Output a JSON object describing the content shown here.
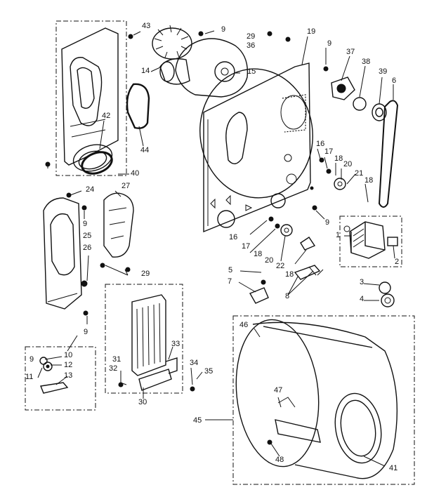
{
  "callouts": [
    {
      "id": "c43",
      "text": "43"
    },
    {
      "id": "c9a",
      "text": "9"
    },
    {
      "id": "c29a",
      "text": "29"
    },
    {
      "id": "c36",
      "text": "36"
    },
    {
      "id": "c19",
      "text": "19"
    },
    {
      "id": "c9b",
      "text": "9"
    },
    {
      "id": "c37",
      "text": "37"
    },
    {
      "id": "c38",
      "text": "38"
    },
    {
      "id": "c39",
      "text": "39"
    },
    {
      "id": "c6",
      "text": "6"
    },
    {
      "id": "c14",
      "text": "14"
    },
    {
      "id": "c15",
      "text": "15"
    },
    {
      "id": "c42",
      "text": "42"
    },
    {
      "id": "c44",
      "text": "44"
    },
    {
      "id": "c16a",
      "text": "16"
    },
    {
      "id": "c17a",
      "text": "17"
    },
    {
      "id": "c18a",
      "text": "18"
    },
    {
      "id": "c20a",
      "text": "20"
    },
    {
      "id": "c21",
      "text": "21"
    },
    {
      "id": "c18b",
      "text": "18"
    },
    {
      "id": "c9c",
      "text": "9"
    },
    {
      "id": "c40",
      "text": "40"
    },
    {
      "id": "c24",
      "text": "24"
    },
    {
      "id": "c27",
      "text": "27"
    },
    {
      "id": "c9d",
      "text": "9"
    },
    {
      "id": "c25",
      "text": "25"
    },
    {
      "id": "c26",
      "text": "26"
    },
    {
      "id": "c29b",
      "text": "29"
    },
    {
      "id": "c9e",
      "text": "9"
    },
    {
      "id": "c16b",
      "text": "16"
    },
    {
      "id": "c17b",
      "text": "17"
    },
    {
      "id": "c18c",
      "text": "18"
    },
    {
      "id": "c20b",
      "text": "20"
    },
    {
      "id": "c22",
      "text": "22"
    },
    {
      "id": "c18d",
      "text": "18"
    },
    {
      "id": "c1",
      "text": "1"
    },
    {
      "id": "c2",
      "text": "2"
    },
    {
      "id": "c5",
      "text": "5"
    },
    {
      "id": "c7",
      "text": "7"
    },
    {
      "id": "c8",
      "text": "8"
    },
    {
      "id": "c3",
      "text": "3"
    },
    {
      "id": "c4",
      "text": "4"
    },
    {
      "id": "c9f",
      "text": "9"
    },
    {
      "id": "c10",
      "text": "10"
    },
    {
      "id": "c12",
      "text": "12"
    },
    {
      "id": "c11",
      "text": "11"
    },
    {
      "id": "c13",
      "text": "13"
    },
    {
      "id": "c33",
      "text": "33"
    },
    {
      "id": "c31",
      "text": "31"
    },
    {
      "id": "c32",
      "text": "32"
    },
    {
      "id": "c30",
      "text": "30"
    },
    {
      "id": "c34",
      "text": "34"
    },
    {
      "id": "c35",
      "text": "35"
    },
    {
      "id": "c46",
      "text": "46"
    },
    {
      "id": "c47",
      "text": "47"
    },
    {
      "id": "c45",
      "text": "45"
    },
    {
      "id": "c48",
      "text": "48"
    },
    {
      "id": "c41",
      "text": "41"
    }
  ]
}
